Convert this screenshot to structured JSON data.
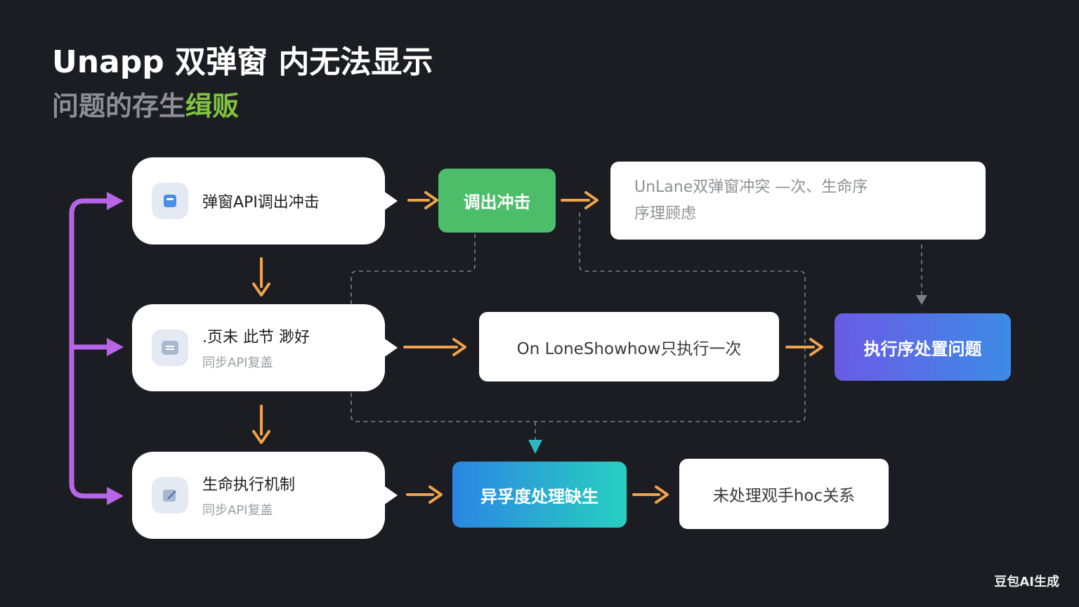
{
  "header": {
    "title": "Unapp 双弹窗 内无法显示",
    "subtitle_main": "问题的存生",
    "subtitle_accent": "缉贩"
  },
  "nodes": {
    "card_top": {
      "title": "弹窗API调出冲击",
      "icon": "window-icon"
    },
    "card_mid": {
      "title": ".页未 此节 渺好",
      "subtitle": "同步API复盖",
      "icon": "list-icon"
    },
    "card_bottom": {
      "title": "生命执行机制",
      "subtitle": "同步API复盖",
      "icon": "edit-icon"
    },
    "pill_call": {
      "label": "调出冲击",
      "color": "#4cbe6a"
    },
    "box_top_right": {
      "line1": "UnLane双弹窗冲突   —次、生命序",
      "line2": "序理顾虑"
    },
    "box_onshow": {
      "label": "On LoneShowhow只执行一次"
    },
    "pill_exec": {
      "label": "执行序处置问题",
      "color_from": "#6a5be6",
      "color_to": "#3d8be6"
    },
    "pill_async": {
      "label": "异孚度处理缺生",
      "color_from": "#2b86e3",
      "color_to": "#27d0c0"
    },
    "box_relation": {
      "label": "未处理观手hoc关系"
    }
  },
  "colors": {
    "background": "#1c1d22",
    "orange_arrow": "#f0a34a",
    "purple_bracket": "#b765e8",
    "teal_arrow": "#2fb6c3",
    "dashed_line": "#7d7f85"
  },
  "watermark": "豆包AI生成"
}
